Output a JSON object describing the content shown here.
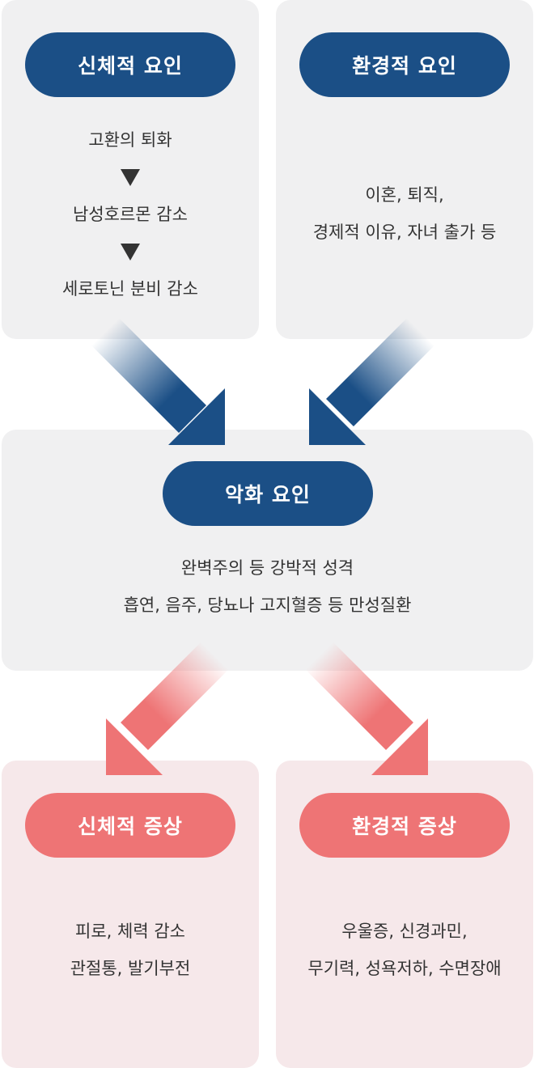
{
  "physical_factor": {
    "title": "신체적 요인",
    "lines": [
      "고환의 퇴화",
      "남성호르몬 감소",
      "세로토닌 분비 감소"
    ]
  },
  "environmental_factor": {
    "title": "환경적 요인",
    "lines": [
      "이혼, 퇴직,",
      "경제적 이유, 자녀 출가 등"
    ]
  },
  "aggravating_factor": {
    "title": "악화 요인",
    "lines": [
      "완벽주의 등 강박적 성격",
      "흡연, 음주, 당뇨나 고지혈증 등 만성질환"
    ]
  },
  "physical_symptom": {
    "title": "신체적 증상",
    "lines": [
      "피로, 체력 감소",
      "관절통, 발기부전"
    ]
  },
  "environmental_symptom": {
    "title": "환경적 증상",
    "lines": [
      "우울증, 신경과민,",
      "무기력, 성욕저하, 수면장애"
    ]
  },
  "colors": {
    "panel_gray": "#f0f0f1",
    "panel_pink": "#f6e8ea",
    "accent_blue": "#1b4f86",
    "accent_red": "#ee7475",
    "text": "#333333"
  },
  "icons": [
    "down-triangle-icon",
    "down-triangle-icon",
    "arrow-down-right",
    "arrow-down-left",
    "arrow-down-left",
    "arrow-down-right"
  ]
}
